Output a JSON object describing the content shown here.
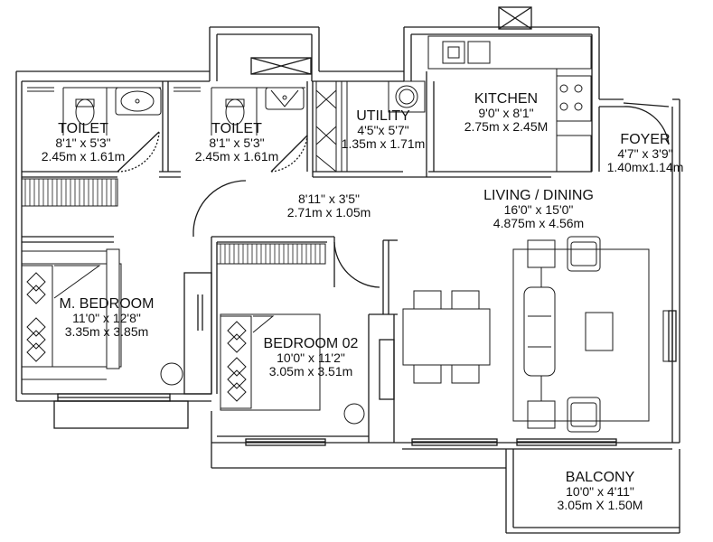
{
  "rooms": {
    "toilet_1": {
      "name": "TOILET",
      "dim_ft": "8'1\" x 5'3\"",
      "dim_m": "2.45m x 1.61m"
    },
    "toilet_2": {
      "name": "TOILET",
      "dim_ft": "8'1\" x 5'3\"",
      "dim_m": "2.45m x 1.61m"
    },
    "utility": {
      "name": "UTILITY",
      "dim_ft": "4'5\"x 5'7\"",
      "dim_m": "1.35m x 1.71m"
    },
    "kitchen": {
      "name": "KITCHEN",
      "dim_ft": "9'0\" x 8'1\"",
      "dim_m": "2.75m x 2.45M"
    },
    "foyer": {
      "name": "FOYER",
      "dim_ft": "4'7\" x 3'9\"",
      "dim_m": "1.40mx1.14m"
    },
    "passage": {
      "name": "",
      "dim_ft": "8'11\" x 3'5\"",
      "dim_m": "2.71m x 1.05m"
    },
    "living": {
      "name": "LIVING / DINING",
      "dim_ft": "16'0\" x 15'0\"",
      "dim_m": "4.875m x 4.56m"
    },
    "m_bedroom": {
      "name": "M. BEDROOM",
      "dim_ft": "11'0\" x 12'8\"",
      "dim_m": "3.35m x 3.85m"
    },
    "bedroom_2": {
      "name": "BEDROOM 02",
      "dim_ft": "10'0\" x 11'2\"",
      "dim_m": "3.05m x 3.51m"
    },
    "balcony": {
      "name": "BALCONY",
      "dim_ft": "10'0\" x 4'11\"",
      "dim_m": "3.05m X 1.50M"
    }
  },
  "colors": {
    "line": "#1a1a1a",
    "background": "#ffffff"
  }
}
